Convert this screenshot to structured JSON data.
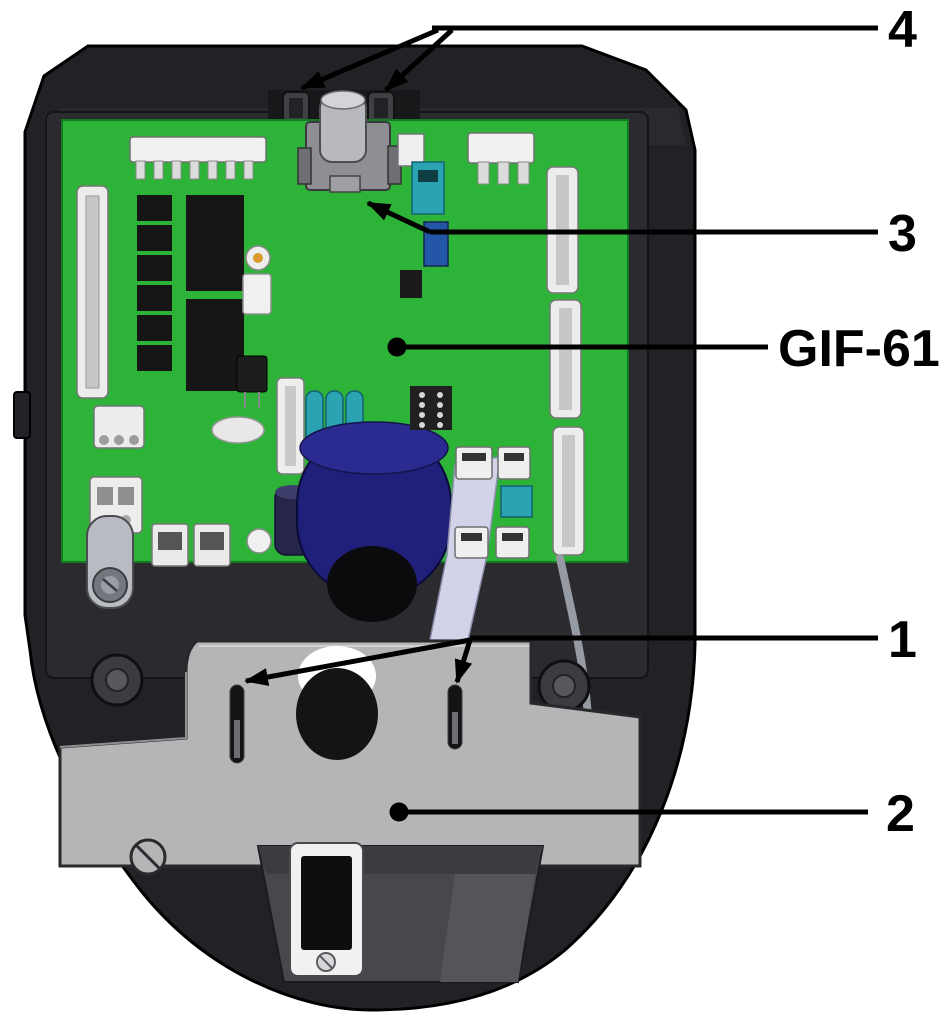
{
  "callouts": {
    "latches": "4",
    "clamp": "3",
    "board": "GIF-61",
    "slots": "1",
    "bracket": "2"
  },
  "colors": {
    "background": "#ffffff",
    "line_black": "#000000",
    "enclosure_dark": "#222226",
    "pcb_green": "#2eb339",
    "bracket_gray": "#b5b5b8",
    "solenoid_navy": "#20207a",
    "capacitor_teal": "#2ba3b3"
  }
}
